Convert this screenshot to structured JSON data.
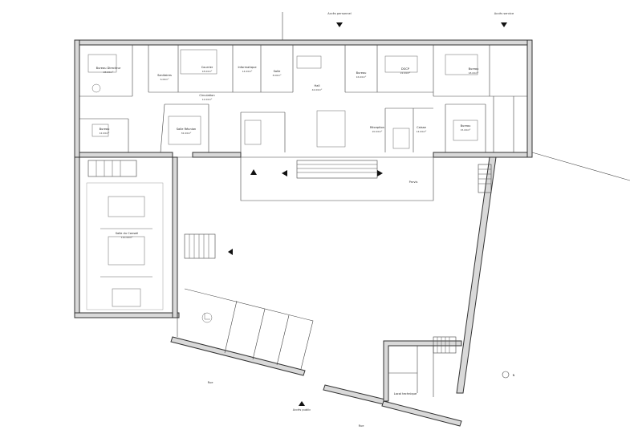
{
  "rooms": [
    {
      "id": "bureau-dir",
      "label": "Bureau Directeur",
      "area": "28.00m²"
    },
    {
      "id": "bureau-1",
      "label": "Bureau",
      "area": "12.00m²"
    },
    {
      "id": "sanitaires",
      "label": "Sanitaires",
      "area": "6.00m²"
    },
    {
      "id": "courrier",
      "label": "Courrier",
      "area": "18.00m²"
    },
    {
      "id": "informatique",
      "label": "Informatique",
      "area": "14.00m²"
    },
    {
      "id": "salle-pause",
      "label": "Salle",
      "area": "8.00m²"
    },
    {
      "id": "hall",
      "label": "Hall",
      "area": "42.00m²"
    },
    {
      "id": "bureau-2",
      "label": "Bureau",
      "area": "16.00m²"
    },
    {
      "id": "dgcp",
      "label": "DGCP",
      "area": "22.00m²"
    },
    {
      "id": "bureau-3",
      "label": "Bureau",
      "area": "18.00m²"
    },
    {
      "id": "circulation",
      "label": "Circulation",
      "area": "12.00m²"
    },
    {
      "id": "salle-reunion",
      "label": "Salle Réunion",
      "area": "32.00m²"
    },
    {
      "id": "reception",
      "label": "Réception",
      "area": "20.00m²"
    },
    {
      "id": "caisse",
      "label": "Caisse",
      "area": "14.00m²"
    },
    {
      "id": "bureau-4",
      "label": "Bureau",
      "area": "15.00m²"
    },
    {
      "id": "salle-conseil",
      "label": "Salle du Conseil",
      "area": "110.00m²"
    },
    {
      "id": "local-technique",
      "label": "Local technique",
      "area": ""
    }
  ],
  "labels": {
    "top_entry_left": "Accès personnel",
    "top_entry_right": "Accès service",
    "parvis": "Parvis",
    "street_bottom_left": "Rue",
    "street_bottom_mid": "Accès public",
    "street_bottom_right": "Rue",
    "north": "N"
  }
}
